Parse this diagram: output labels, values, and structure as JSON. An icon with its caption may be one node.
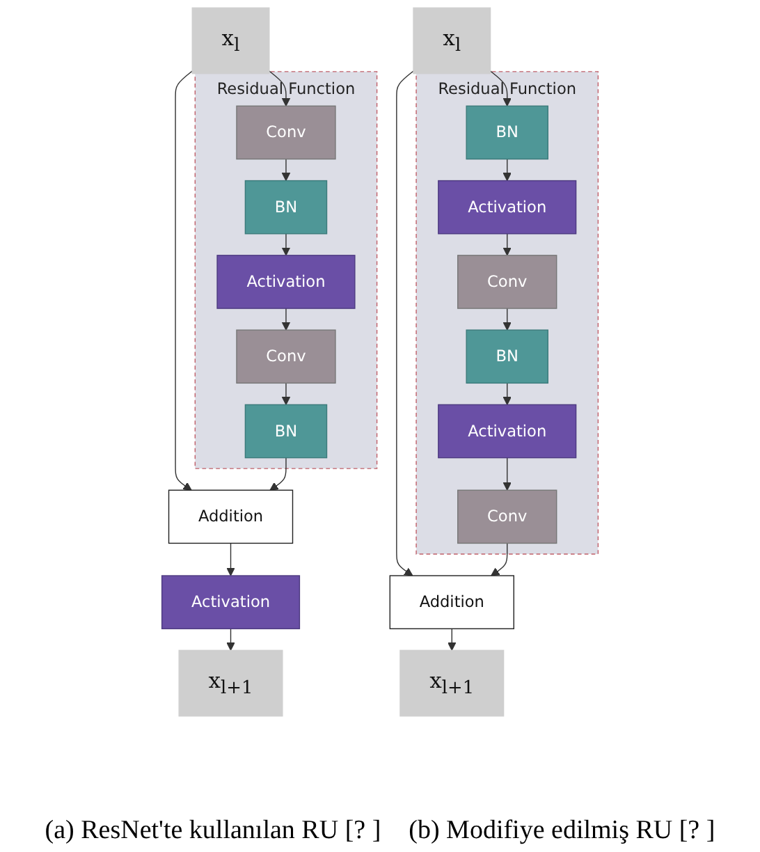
{
  "diagram": {
    "nodes": [
      {
        "text": [
          "x$_{l}$"
        ]
      },
      {
        "text": [
          "Residual Function"
        ]
      },
      {
        "text": [
          "Conv"
        ],
        "in": 1
      },
      {
        "text": [
          "BN"
        ],
        "in": 1
      },
      {
        "text": [
          "Activation"
        ],
        "in": 1
      },
      {
        "text": [
          "Conv"
        ],
        "in": 1
      },
      {
        "text": [
          "BN"
        ],
        "in": 1
      },
      {
        "text": [
          "Addition"
        ]
      },
      {
        "text": [
          "Activation"
        ]
      },
      {
        "text": [
          "x$_{l+1}$"
        ]
      },
      {
        "text": [
          "x$_{l}$"
        ]
      },
      {
        "text": [
          "Residual Function"
        ]
      },
      {
        "text": [
          "BN"
        ],
        "in": 11
      },
      {
        "text": [
          "Activation"
        ],
        "in": 11
      },
      {
        "text": [
          "Conv"
        ],
        "in": 11
      },
      {
        "text": [
          "BN"
        ],
        "in": 11
      },
      {
        "text": [
          "Activation"
        ],
        "in": 11
      },
      {
        "text": [
          "Conv"
        ],
        "in": 11
      },
      {
        "text": [
          "Addition"
        ]
      },
      {
        "text": [
          "x$_{l+1}$"
        ]
      }
    ],
    "edges": [
      {
        "from": 0,
        "to": 2,
        "arrow": "to"
      },
      {
        "from": 0,
        "to": 7,
        "arrow": "to"
      },
      {
        "from": 2,
        "to": 3,
        "arrow": "to"
      },
      {
        "from": 3,
        "to": 4,
        "arrow": "to"
      },
      {
        "from": 4,
        "to": 5,
        "arrow": "to"
      },
      {
        "from": 5,
        "to": 6,
        "arrow": "to"
      },
      {
        "from": 6,
        "to": 7,
        "arrow": "to"
      },
      {
        "from": 7,
        "to": 8,
        "arrow": "to"
      },
      {
        "from": 8,
        "to": 9,
        "arrow": "to"
      },
      {
        "from": 10,
        "to": 12,
        "arrow": "to"
      },
      {
        "from": 10,
        "to": 18,
        "arrow": "to"
      },
      {
        "from": 12,
        "to": 13,
        "arrow": "to"
      },
      {
        "from": 13,
        "to": 14,
        "arrow": "to"
      },
      {
        "from": 14,
        "to": 15,
        "arrow": "to"
      },
      {
        "from": 15,
        "to": 16,
        "arrow": "to"
      },
      {
        "from": 16,
        "to": 17,
        "arrow": "to"
      },
      {
        "from": 17,
        "to": 18,
        "arrow": "to"
      },
      {
        "from": 18,
        "to": 19,
        "arrow": "to"
      }
    ],
    "labels": [
      "(a) ResNet'te kullanılan RU [? ]",
      "(b) Modifiye edilmiş RU [? ]"
    ]
  }
}
